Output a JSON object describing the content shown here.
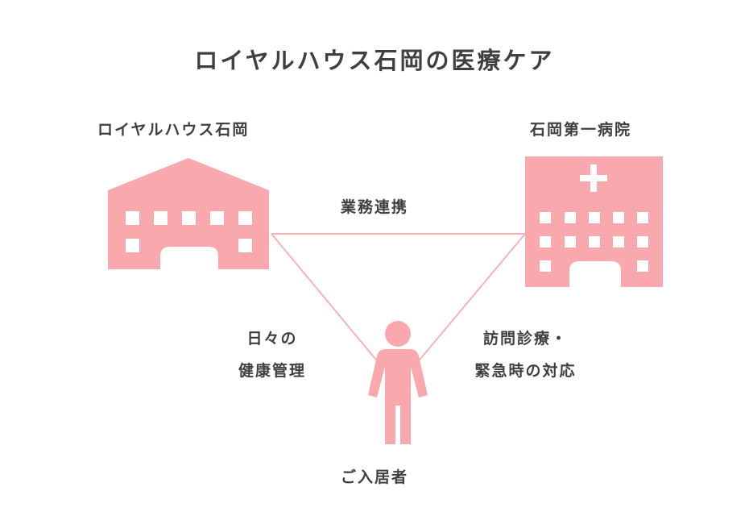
{
  "title": "ロイヤルハウス石岡の医療ケア",
  "nodes": {
    "facility": "ロイヤルハウス石岡",
    "hospital": "石岡第一病院",
    "resident": "ご入居者"
  },
  "links": {
    "facility_hospital": "業務連携",
    "facility_resident": [
      "日々の",
      "健康管理"
    ],
    "hospital_resident": [
      "訪問診療・",
      "緊急時の対応"
    ]
  },
  "colors": {
    "accent": "#f9a8ad",
    "line": "#f5b3b7",
    "text": "#3f3f3f"
  },
  "icons": {
    "facility": "house-building-icon",
    "hospital": "hospital-building-icon",
    "resident": "person-icon"
  }
}
